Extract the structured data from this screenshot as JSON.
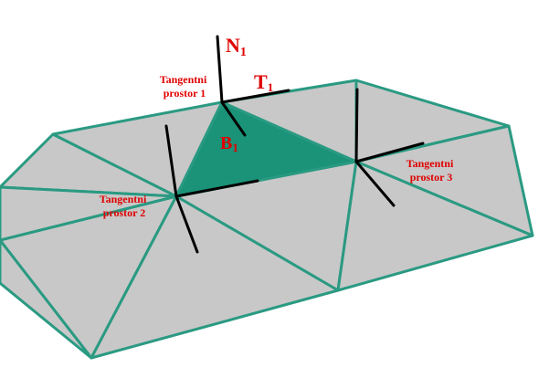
{
  "labels": {
    "n_main": "N",
    "n_sub": "1",
    "t_main": "T",
    "t_sub": "1",
    "b_main": "B",
    "b_sub": "1",
    "space1_line1": "Tangentni",
    "space1_line2": "prostor 1",
    "space2_line1": "Tangentni",
    "space2_line2": "prostor 2",
    "space3_line1": "Tangentni",
    "space3_line2": "prostor 3"
  },
  "colors": {
    "mesh_fill": "#c8c8c8",
    "mesh_edge": "#2a9a82",
    "highlight_fill": "#1a9378",
    "label": "#e00000",
    "axis": "#000000"
  }
}
